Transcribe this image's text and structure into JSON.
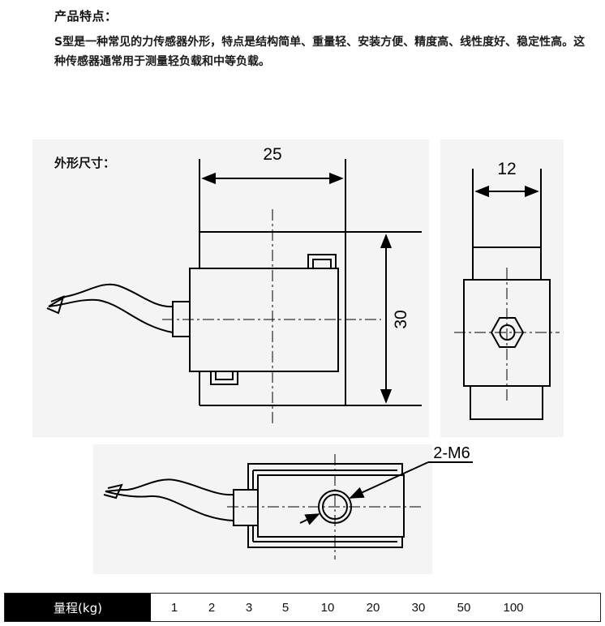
{
  "features": {
    "heading": "产品特点：",
    "text": "S型是一种常见的力传感器外形，特点是结构简单、重量轻、安装方便、精度高、线性度好、稳定性高。这种传感器通常用于测量轻负载和中等负载。"
  },
  "dimensions": {
    "label": "外形尺寸：",
    "width_value": "25",
    "height_value": "30",
    "thickness_value": "12",
    "thread_label": "2-M6"
  },
  "capacity": {
    "header": "量程(kg)",
    "values": [
      "1",
      "2",
      "3",
      "5",
      "10",
      "20",
      "30",
      "50",
      "100"
    ]
  }
}
